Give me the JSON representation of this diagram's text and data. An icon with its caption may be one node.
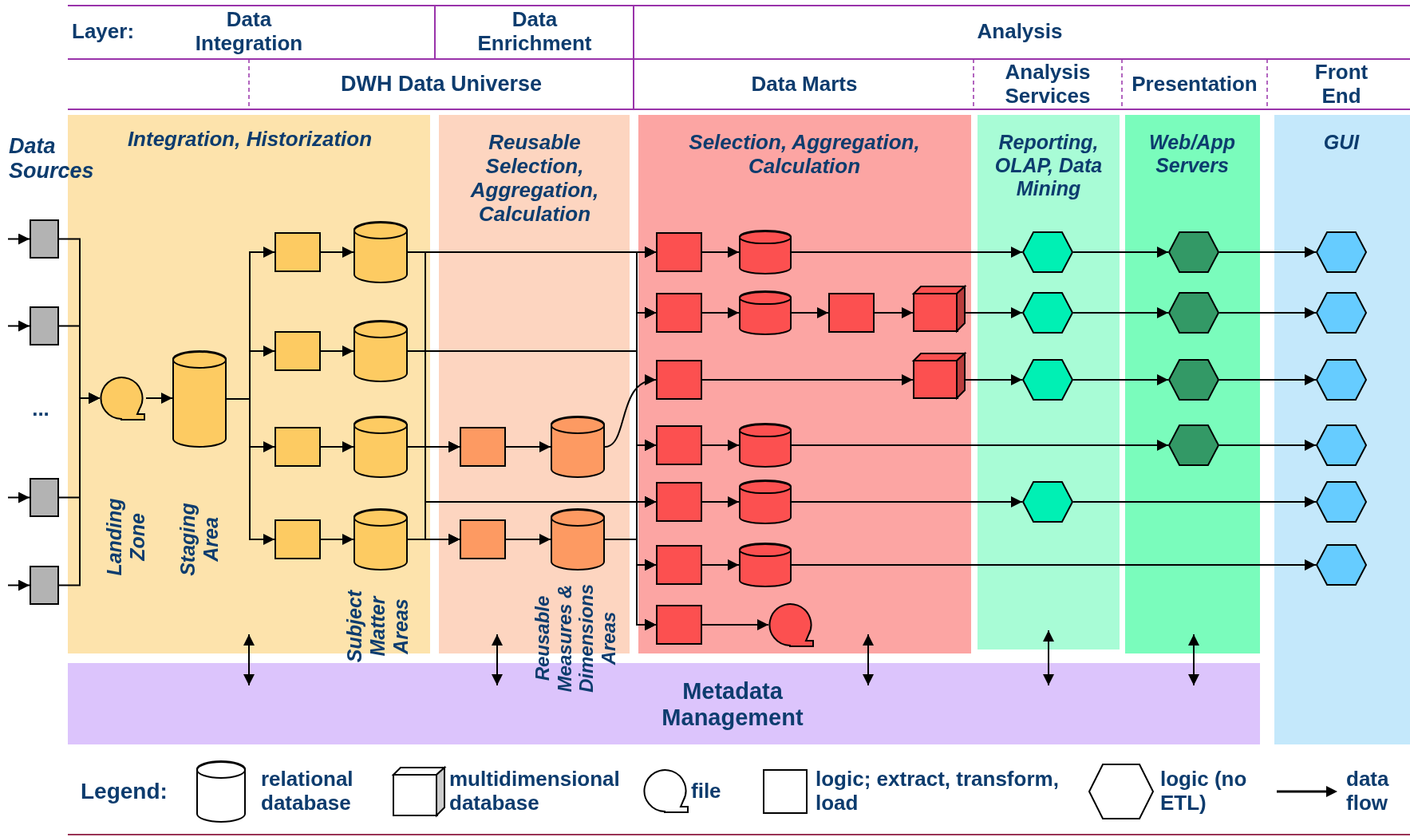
{
  "diagram": {
    "nodes": [
      {
        "text": [],
        "shape": "box"
      },
      {
        "text": [],
        "shape": "box"
      },
      {
        "text": [],
        "shape": "box"
      },
      {
        "text": [],
        "shape": "box"
      },
      {
        "text": [
          "Integration, Historization"
        ]
      },
      {
        "text": [],
        "shape": "file",
        "in": 4,
        "beside": [
          "Landing Zone"
        ]
      },
      {
        "text": [],
        "shape": "cylinder",
        "in": 4,
        "beside": [
          "Staging Area"
        ]
      },
      {
        "text": [],
        "shape": "box",
        "in": 4
      },
      {
        "text": [],
        "shape": "box",
        "in": 4
      },
      {
        "text": [],
        "shape": "box",
        "in": 4
      },
      {
        "text": [],
        "shape": "box",
        "in": 4
      },
      {
        "text": [],
        "shape": "cylinder",
        "in": 4
      },
      {
        "text": [],
        "shape": "cylinder",
        "in": 4
      },
      {
        "text": [],
        "shape": "cylinder",
        "in": 4
      },
      {
        "text": [],
        "shape": "cylinder",
        "in": 4
      },
      {
        "text": [
          "Reusable Selection, Aggregation, Calculation"
        ]
      },
      {
        "text": [],
        "shape": "box",
        "in": 15
      },
      {
        "text": [],
        "shape": "box",
        "in": 15
      },
      {
        "text": [],
        "shape": "cylinder",
        "in": 15
      },
      {
        "text": [],
        "shape": "cylinder",
        "in": 15
      },
      {
        "text": [
          "Selection, Aggregation, Calculation"
        ]
      },
      {
        "text": [],
        "shape": "box",
        "in": 20
      },
      {
        "text": [],
        "shape": "cylinder",
        "in": 20
      },
      {
        "text": [],
        "shape": "box",
        "in": 20
      },
      {
        "text": [],
        "shape": "cylinder",
        "in": 20
      },
      {
        "text": [],
        "shape": "box",
        "in": 20
      },
      {
        "text": [],
        "shape": "cube",
        "in": 20
      },
      {
        "text": [],
        "shape": "box",
        "in": 20
      },
      {
        "text": [],
        "shape": "cube",
        "in": 20
      },
      {
        "text": [],
        "shape": "box",
        "in": 20
      },
      {
        "text": [],
        "shape": "cylinder",
        "in": 20
      },
      {
        "text": [],
        "shape": "box",
        "in": 20
      },
      {
        "text": [],
        "shape": "cylinder",
        "in": 20
      },
      {
        "text": [],
        "shape": "box",
        "in": 20
      },
      {
        "text": [],
        "shape": "cylinder",
        "in": 20
      },
      {
        "text": [],
        "shape": "box",
        "in": 20
      },
      {
        "text": [],
        "shape": "file",
        "in": 20
      },
      {
        "text": [
          "Reporting, OLAP, Data Mining"
        ]
      },
      {
        "text": [],
        "shape": "hexagon",
        "in": 37
      },
      {
        "text": [],
        "shape": "hexagon",
        "in": 37
      },
      {
        "text": [],
        "shape": "hexagon",
        "in": 37
      },
      {
        "text": [],
        "shape": "hexagon",
        "in": 37
      },
      {
        "text": [
          "Web/App Servers"
        ]
      },
      {
        "text": [],
        "shape": "hexagon",
        "in": 42
      },
      {
        "text": [],
        "shape": "hexagon",
        "in": 42
      },
      {
        "text": [],
        "shape": "hexagon",
        "in": 42
      },
      {
        "text": [],
        "shape": "hexagon",
        "in": 42
      },
      {
        "text": [
          "GUI"
        ]
      },
      {
        "text": [],
        "shape": "hexagon",
        "in": 47
      },
      {
        "text": [],
        "shape": "hexagon",
        "in": 47
      },
      {
        "text": [],
        "shape": "hexagon",
        "in": 47
      },
      {
        "text": [],
        "shape": "hexagon",
        "in": 47
      },
      {
        "text": [],
        "shape": "hexagon",
        "in": 47
      },
      {
        "text": [],
        "shape": "hexagon",
        "in": 47
      },
      {
        "text": [
          "Metadata Management"
        ]
      }
    ],
    "edges": [
      {
        "from": null,
        "to": 0,
        "arrow": "to"
      },
      {
        "from": null,
        "to": 1,
        "arrow": "to"
      },
      {
        "from": null,
        "to": 2,
        "arrow": "to"
      },
      {
        "from": null,
        "to": 3,
        "arrow": "to"
      },
      {
        "from": 0,
        "to": 5,
        "arrow": "to"
      },
      {
        "from": 1,
        "to": 5,
        "arrow": "to"
      },
      {
        "from": 2,
        "to": 5,
        "arrow": "to"
      },
      {
        "from": 3,
        "to": 5,
        "arrow": "to"
      },
      {
        "from": 5,
        "to": 6,
        "arrow": "to"
      },
      {
        "from": 6,
        "to": 7,
        "arrow": "to"
      },
      {
        "from": 6,
        "to": 8,
        "arrow": "to"
      },
      {
        "from": 6,
        "to": 9,
        "arrow": "to"
      },
      {
        "from": 6,
        "to": 10,
        "arrow": "to"
      },
      {
        "from": 7,
        "to": 11,
        "arrow": "to"
      },
      {
        "from": 8,
        "to": 12,
        "arrow": "to"
      },
      {
        "from": 9,
        "to": 13,
        "arrow": "to"
      },
      {
        "from": 10,
        "to": 14,
        "arrow": "to"
      },
      {
        "from": 11,
        "to": 16,
        "arrow": "to"
      },
      {
        "from": 11,
        "to": 17,
        "arrow": "to"
      },
      {
        "from": 12,
        "to": 16,
        "arrow": "to"
      },
      {
        "from": 12,
        "to": 17,
        "arrow": "to"
      },
      {
        "from": 13,
        "to": 16,
        "arrow": "to"
      },
      {
        "from": 13,
        "to": 17,
        "arrow": "to"
      },
      {
        "from": 14,
        "to": 16,
        "arrow": "to"
      },
      {
        "from": 14,
        "to": 17,
        "arrow": "to"
      },
      {
        "from": 11,
        "to": 21,
        "arrow": "to"
      },
      {
        "from": 11,
        "to": 23,
        "arrow": "to"
      },
      {
        "from": 11,
        "to": 29,
        "arrow": "to"
      },
      {
        "from": 11,
        "to": 31,
        "arrow": "to"
      },
      {
        "from": 11,
        "to": 33,
        "arrow": "to"
      },
      {
        "from": 11,
        "to": 35,
        "arrow": "to"
      },
      {
        "from": 12,
        "to": 21,
        "arrow": "to"
      },
      {
        "from": 12,
        "to": 23,
        "arrow": "to"
      },
      {
        "from": 12,
        "to": 29,
        "arrow": "to"
      },
      {
        "from": 12,
        "to": 31,
        "arrow": "to"
      },
      {
        "from": 12,
        "to": 33,
        "arrow": "to"
      },
      {
        "from": 12,
        "to": 35,
        "arrow": "to"
      },
      {
        "from": 13,
        "to": 21,
        "arrow": "to"
      },
      {
        "from": 13,
        "to": 23,
        "arrow": "to"
      },
      {
        "from": 13,
        "to": 29,
        "arrow": "to"
      },
      {
        "from": 13,
        "to": 31,
        "arrow": "to"
      },
      {
        "from": 13,
        "to": 33,
        "arrow": "to"
      },
      {
        "from": 13,
        "to": 35,
        "arrow": "to"
      },
      {
        "from": 14,
        "to": 21,
        "arrow": "to"
      },
      {
        "from": 14,
        "to": 23,
        "arrow": "to"
      },
      {
        "from": 14,
        "to": 29,
        "arrow": "to"
      },
      {
        "from": 14,
        "to": 31,
        "arrow": "to"
      },
      {
        "from": 14,
        "to": 33,
        "arrow": "to"
      },
      {
        "from": 14,
        "to": 35,
        "arrow": "to"
      },
      {
        "from": 19,
        "to": 21,
        "arrow": "to"
      },
      {
        "from": 19,
        "to": 23,
        "arrow": "to"
      },
      {
        "from": 19,
        "to": 29,
        "arrow": "to"
      },
      {
        "from": 19,
        "to": 31,
        "arrow": "to"
      },
      {
        "from": 19,
        "to": 33,
        "arrow": "to"
      },
      {
        "from": 19,
        "to": 35,
        "arrow": "to"
      },
      {
        "from": 16,
        "to": 18,
        "arrow": "to"
      },
      {
        "from": 17,
        "to": 19,
        "arrow": "to"
      },
      {
        "from": 18,
        "to": 27,
        "arrow": "to"
      },
      {
        "from": 21,
        "to": 22,
        "arrow": "to"
      },
      {
        "from": 22,
        "to": 38,
        "arrow": "to"
      },
      {
        "from": 38,
        "to": 43,
        "arrow": "to"
      },
      {
        "from": 43,
        "to": 48,
        "arrow": "to"
      },
      {
        "from": 23,
        "to": 24,
        "arrow": "to"
      },
      {
        "from": 24,
        "to": 25,
        "arrow": "to"
      },
      {
        "from": 25,
        "to": 26,
        "arrow": "to"
      },
      {
        "from": 26,
        "to": 39,
        "arrow": "to"
      },
      {
        "from": 39,
        "to": 44,
        "arrow": "to"
      },
      {
        "from": 44,
        "to": 49,
        "arrow": "to"
      },
      {
        "from": 27,
        "to": 28,
        "arrow": "to"
      },
      {
        "from": 28,
        "to": 40,
        "arrow": "to"
      },
      {
        "from": 40,
        "to": 45,
        "arrow": "to"
      },
      {
        "from": 45,
        "to": 50,
        "arrow": "to"
      },
      {
        "from": 29,
        "to": 30,
        "arrow": "to"
      },
      {
        "from": 30,
        "to": 46,
        "arrow": "to"
      },
      {
        "from": 46,
        "to": 51,
        "arrow": "to"
      },
      {
        "from": 31,
        "to": 32,
        "arrow": "to"
      },
      {
        "from": 32,
        "to": 41,
        "arrow": "to"
      },
      {
        "from": 41,
        "to": 52,
        "arrow": "to"
      },
      {
        "from": 33,
        "to": 34,
        "arrow": "to"
      },
      {
        "from": 34,
        "to": 53,
        "arrow": "to"
      },
      {
        "from": 35,
        "to": 36,
        "arrow": "to"
      },
      {
        "from": 4,
        "to": 54,
        "arrow": "both"
      },
      {
        "from": 15,
        "to": 54,
        "arrow": "both"
      },
      {
        "from": 20,
        "to": 54,
        "arrow": "both"
      },
      {
        "from": 37,
        "to": 54,
        "arrow": "both"
      },
      {
        "from": 42,
        "to": 54,
        "arrow": "both"
      }
    ],
    "labels": [
      "Layer:",
      "Data Integration",
      "Data Enrichment",
      "Analysis",
      "DWH Data Universe",
      "Data Marts",
      "Analysis Services",
      "Presentation",
      "Front End",
      "Data Sources",
      "...",
      "Subject Matter Areas",
      "Reusable Measures & Dimensions Areas",
      "Legend:"
    ],
    "legend": [
      {
        "text": "relational database"
      },
      {
        "text": "multidimensional database"
      },
      {
        "text": "file"
      },
      {
        "text": "logic; extract, transform, load"
      },
      {
        "text": "logic (no ETL)"
      },
      {
        "text": "data flow"
      }
    ]
  }
}
